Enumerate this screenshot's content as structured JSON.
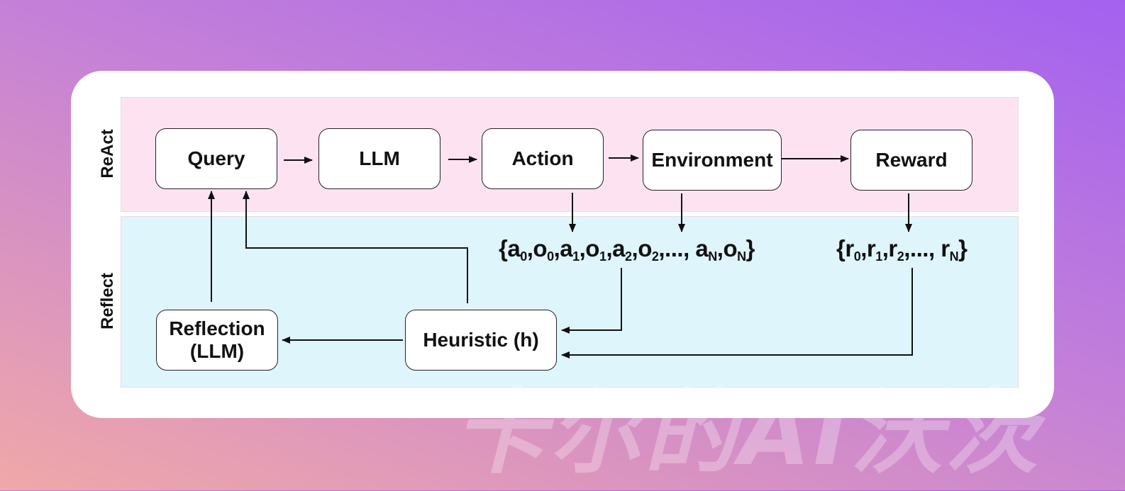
{
  "lanes": {
    "react": "ReAct",
    "reflect": "Reflect"
  },
  "nodes": {
    "query": "Query",
    "llm": "LLM",
    "action": "Action",
    "environment": "Environment",
    "reward": "Reward",
    "heuristic": "Heuristic (h)",
    "reflection_line1": "Reflection",
    "reflection_line2": "(LLM)"
  },
  "sequences": {
    "trajectory": "{a0,o0,a1,o1,a2,o2,..., aN,oN}",
    "rewards": "{r0,r1,r2,..., rN}"
  },
  "watermark": "卡尔的AI沃茨",
  "colors": {
    "react_band": "#fde3f2",
    "reflect_band": "#dff5fc",
    "background_start": "#a361f0",
    "background_end": "#f0a8a8"
  }
}
